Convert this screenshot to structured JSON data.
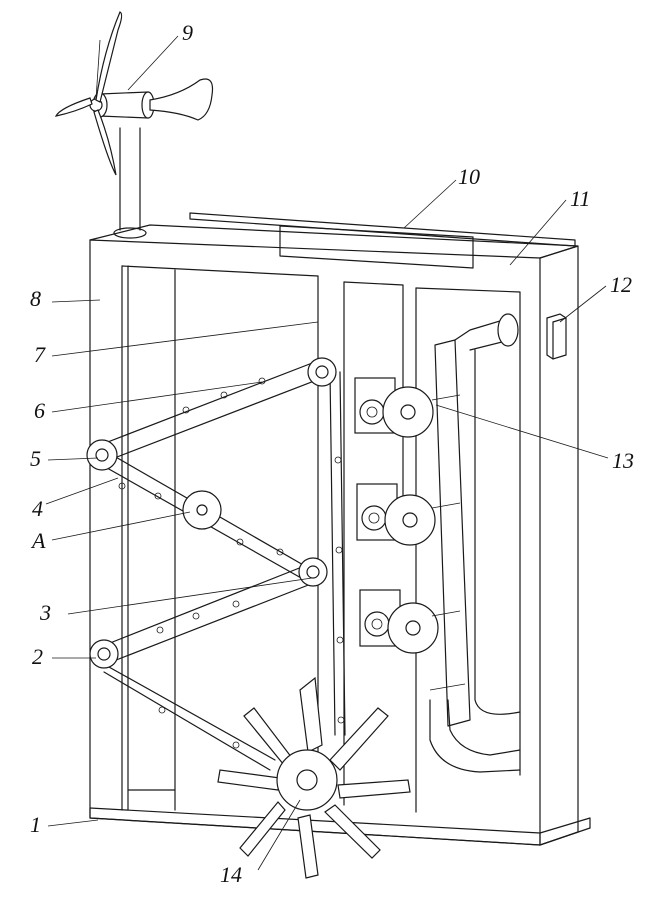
{
  "labels": {
    "l1": "1",
    "l2": "2",
    "l3": "3",
    "l4": "4",
    "lA": "A",
    "l5": "5",
    "l6": "6",
    "l7": "7",
    "l8": "8",
    "l9": "9",
    "l10": "10",
    "l11": "11",
    "l12": "12",
    "l13": "13",
    "l14": "14"
  },
  "colors": {
    "line": "#1a1a1a",
    "background": "#ffffff"
  }
}
